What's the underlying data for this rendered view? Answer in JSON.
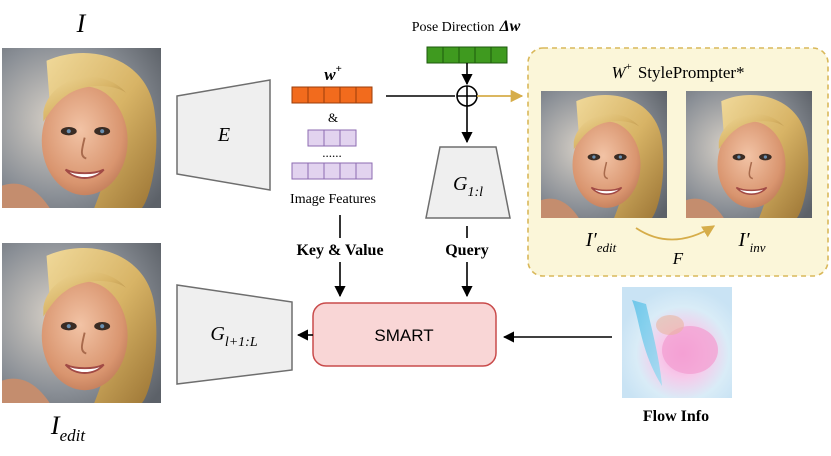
{
  "labels": {
    "input_image": "I",
    "edit_image_main": "I",
    "edit_image_sub": "edit",
    "encoder": "E",
    "w_plus": "w",
    "w_plus_sup": "+",
    "ampersand": "&",
    "dots": "......",
    "image_features": "Image Features",
    "pose_direction": "Pose Direction",
    "delta_w": "Δw",
    "generator_front_main": "G",
    "generator_front_sub": "1:l",
    "generator_back_main": "G",
    "generator_back_sub": "l+1:L",
    "key_value": "Key & Value",
    "query": "Query",
    "smart": "SMART",
    "flow_info": "Flow Info",
    "prompter_title_sym": "W",
    "prompter_title_sup": "+",
    "prompter_title_text": "StylePrompter*",
    "edit_prime_main": "I′",
    "edit_prime_sub": "edit",
    "inv_prime_main": "I′",
    "inv_prime_sub": "inv",
    "flow_symbol": "F",
    "oplus": "⊕"
  },
  "colors": {
    "orange": "#f26b1d",
    "purple_fill": "#e2d3ef",
    "purple_stroke": "#8c6bb1",
    "green": "#3f9a1f",
    "gold_arrow": "#d6ad4a",
    "panel_fill": "#fbf6d9",
    "panel_stroke": "#d9b85a",
    "smart_fill": "#f9d6d6",
    "smart_stroke": "#c94b4b",
    "block_fill": "#efefef",
    "block_stroke": "#6e6e6e"
  }
}
